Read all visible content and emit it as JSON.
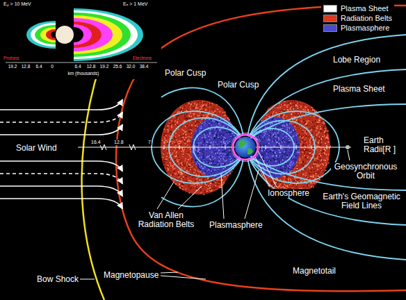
{
  "diagram": {
    "labels": [
      "Polar Cusp",
      "Polar Cusp",
      "Lobe Region",
      "Plasma Sheet",
      "Solar Wind",
      "Earth Radii[R ]",
      "Geosynchronous Orbit",
      "Van Allen Radiation Belts",
      "Ionosphere",
      "Earth's Geomagnetic Field Lines",
      "Plasmasphere",
      "Magnetopause",
      "Bow Shock",
      "Magnetotail",
      "16.4",
      "12.8",
      "7",
      "Eₚ > 10 MeV",
      "Eₑ > 1 MeV",
      "Protons",
      "Electrons",
      "19.2",
      "12.8",
      "6.4",
      "0",
      "6.4",
      "12.8",
      "19.2",
      "25.6",
      "32.0",
      "38.4",
      "km (thousands)"
    ],
    "legend": [
      {
        "text": "Plasma Sheet",
        "color": "#ffffff"
      },
      {
        "text": "Radiation Belts",
        "color": "#d83a22"
      },
      {
        "text": "Plasmasphere",
        "color": "#4a4ad0"
      }
    ]
  }
}
